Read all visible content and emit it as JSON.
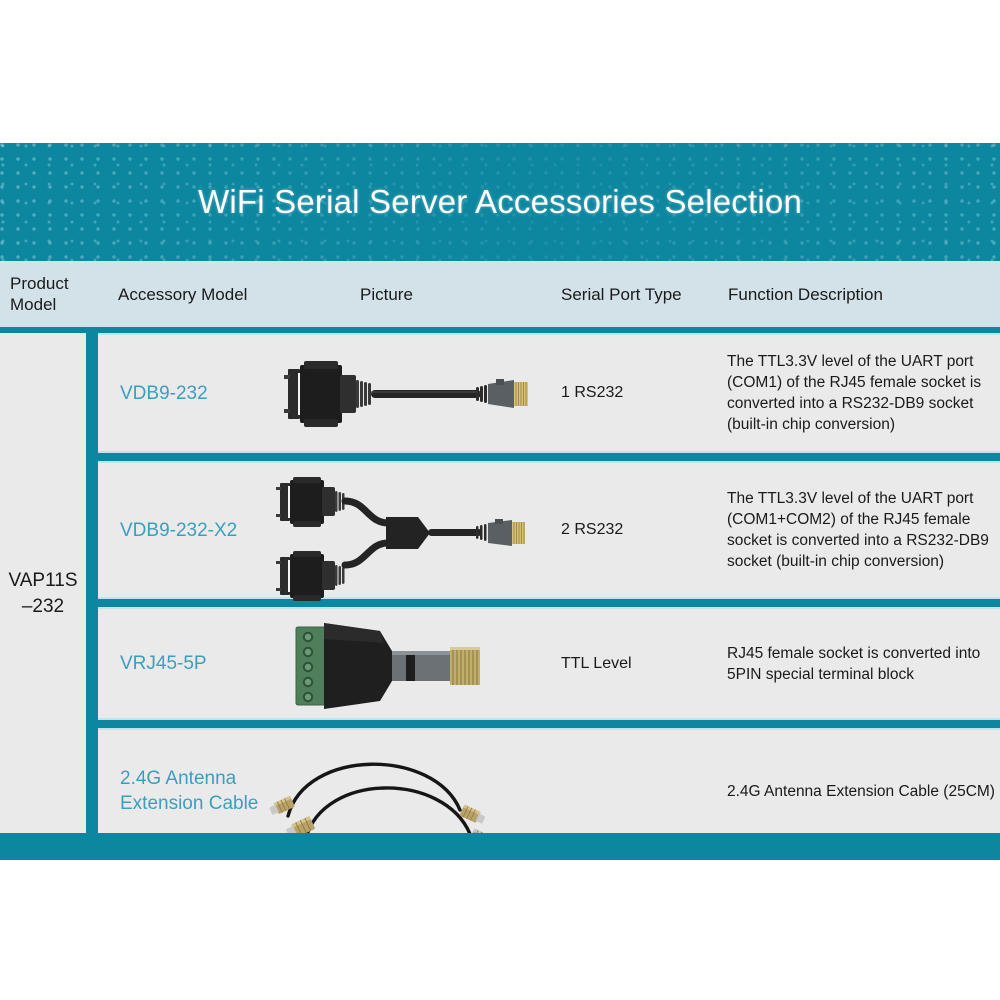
{
  "banner": {
    "title": "WiFi Serial Server Accessories Selection",
    "background_color": "#0d87a0",
    "title_color": "#ffffff"
  },
  "colors": {
    "teal": "#0d87a0",
    "header_row_bg": "#d3e2e9",
    "cell_bg": "#eaeaea",
    "cell_border": "#bfe4ec",
    "accessory_link": "#3a9fbf",
    "text": "#1a1a1a",
    "page_bg": "#ffffff"
  },
  "table": {
    "columns": [
      {
        "key": "product_model",
        "label": "Product\nModel"
      },
      {
        "key": "accessory_model",
        "label": "Accessory Model"
      },
      {
        "key": "picture",
        "label": "Picture"
      },
      {
        "key": "serial_port",
        "label": "Serial Port Type"
      },
      {
        "key": "function",
        "label": "Function Description"
      }
    ],
    "product_model": "VAP11S\n–232",
    "rows": [
      {
        "accessory_model": "VDB9-232",
        "picture_name": "db9-to-rj45-cable-image",
        "serial_port_type": "1 RS232",
        "function_description": "The TTL3.3V level of the UART port (COM1) of the RJ45 female socket is converted into a RS232-DB9 socket (built-in chip conversion)"
      },
      {
        "accessory_model": "VDB9-232-X2",
        "picture_name": "dual-db9-to-rj45-splitter-cable-image",
        "serial_port_type": "2 RS232",
        "function_description": "The TTL3.3V level of the UART port (COM1+COM2) of the RJ45 female socket is converted into a RS232-DB9 socket (built-in chip conversion)"
      },
      {
        "accessory_model": "VRJ45-5P",
        "picture_name": "rj45-to-5pin-terminal-block-image",
        "serial_port_type": "TTL Level",
        "function_description": "RJ45 female socket is converted into 5PIN special terminal block"
      },
      {
        "accessory_model": "2.4G Antenna\nExtension Cable",
        "picture_name": "antenna-extension-cable-image",
        "serial_port_type": "",
        "function_description": "2.4G Antenna Extension Cable (25CM)"
      }
    ]
  }
}
